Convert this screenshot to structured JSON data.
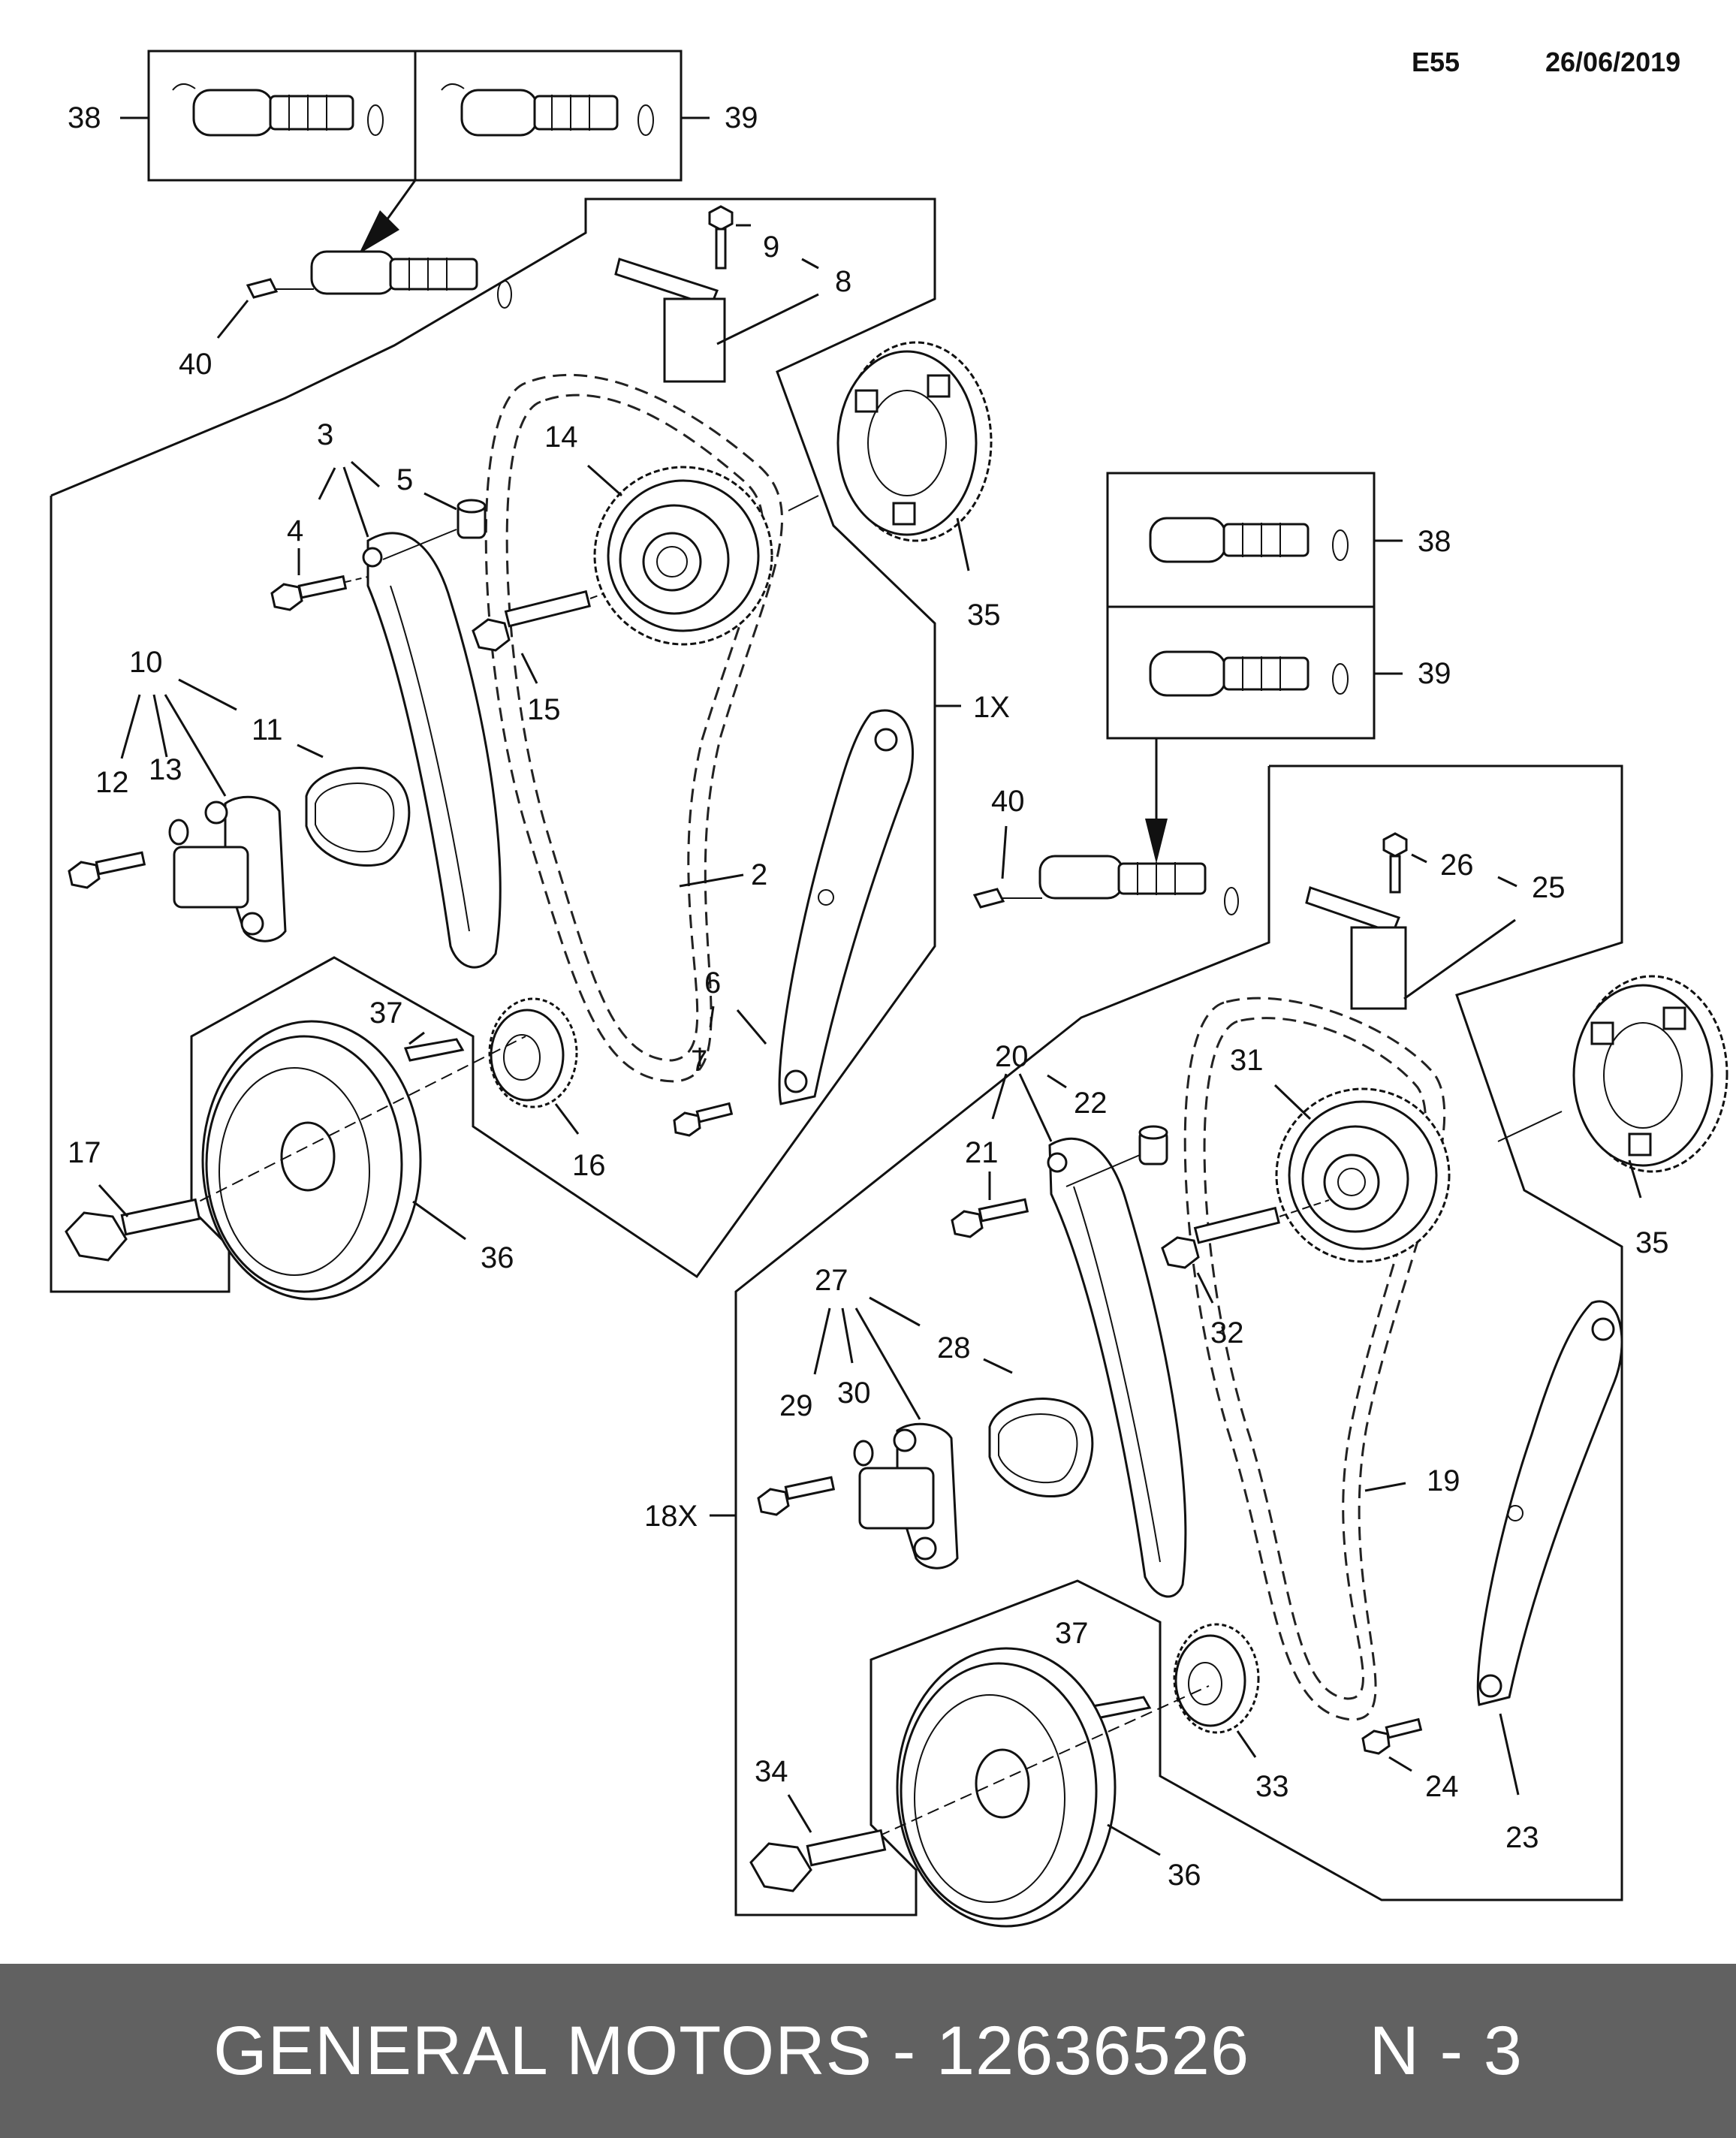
{
  "header": {
    "code": "E55",
    "date": "26/06/2019"
  },
  "callouts": {
    "top_left_38": "38",
    "top_left_39": "39",
    "top_40": "40",
    "n9": "9",
    "n8": "8",
    "n3": "3",
    "n5": "5",
    "n4": "4",
    "n14": "14",
    "n15": "15",
    "n35a": "35",
    "n1x": "1X",
    "n10": "10",
    "n11": "11",
    "n12": "12",
    "n13": "13",
    "n2": "2",
    "n6": "6",
    "n7": "7",
    "n37a": "37",
    "n16": "16",
    "n17": "17",
    "n36a": "36",
    "right_38": "38",
    "right_39": "39",
    "right_40": "40",
    "n26": "26",
    "n25": "25",
    "n20": "20",
    "n22": "22",
    "n31": "31",
    "n21": "21",
    "n35b": "35",
    "n32": "32",
    "n27": "27",
    "n28": "28",
    "n29": "29",
    "n30": "30",
    "n18x": "18X",
    "n19": "19",
    "n37b": "37",
    "n33": "33",
    "n34": "34",
    "n24": "24",
    "n23": "23",
    "n36b": "36"
  },
  "footer": {
    "brand": "GENERAL MOTORS",
    "separator": "-",
    "part_number": "12636526",
    "page": "N - 3"
  }
}
